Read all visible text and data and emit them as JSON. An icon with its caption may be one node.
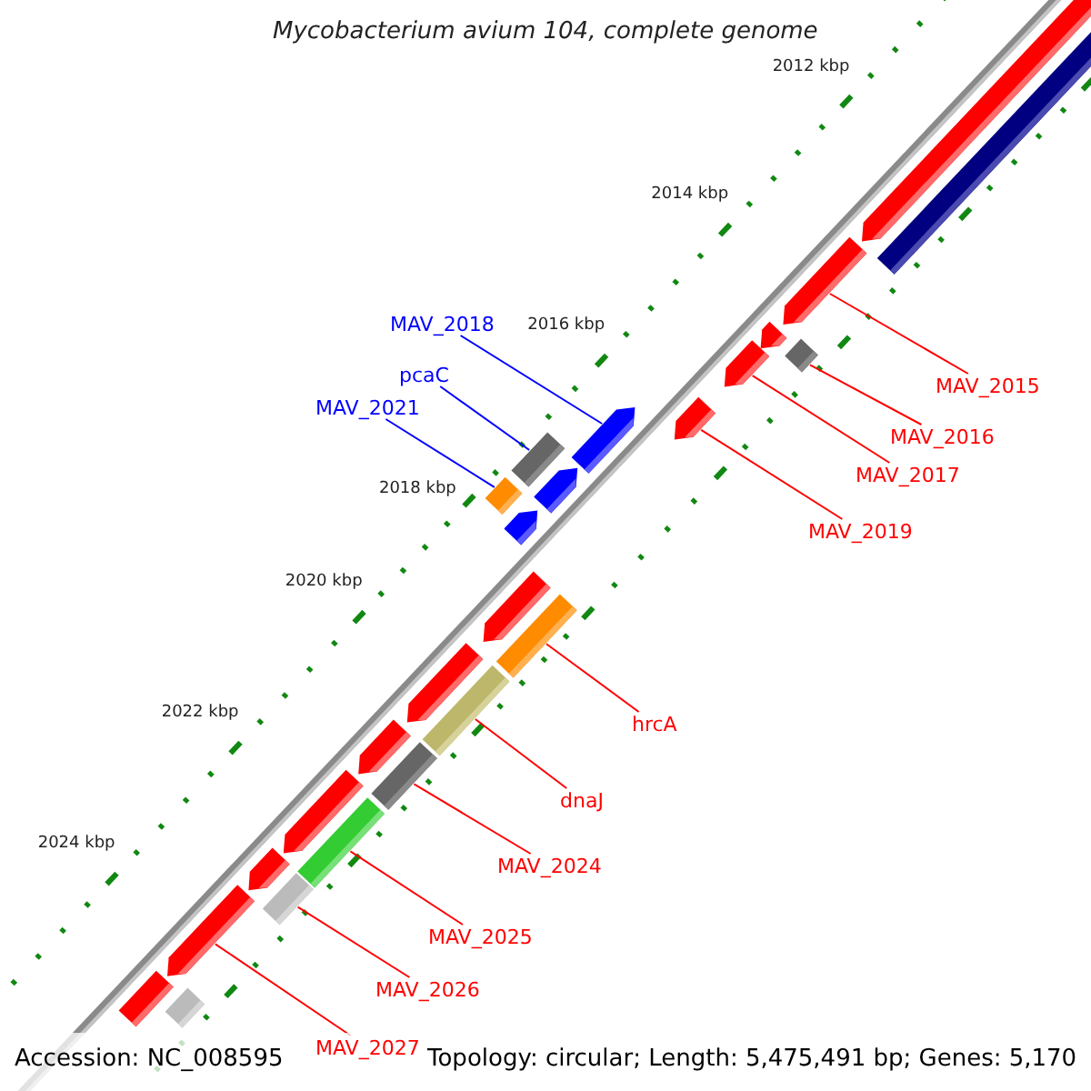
{
  "diagram": {
    "title": "Mycobacterium avium 104, complete genome",
    "nodes": [
      {
        "text": [
          "MAV_2018"
        ]
      },
      {
        "text": [
          "pcaC"
        ]
      },
      {
        "text": [
          "MAV_2021"
        ]
      },
      {
        "text": [
          "MAV_2015"
        ]
      },
      {
        "text": [
          "MAV_2016"
        ]
      },
      {
        "text": [
          "MAV_2017"
        ]
      },
      {
        "text": [
          "MAV_2019"
        ]
      },
      {
        "text": [
          "hrcA"
        ]
      },
      {
        "text": [
          "dnaJ"
        ]
      },
      {
        "text": [
          "MAV_2024"
        ]
      },
      {
        "text": [
          "MAV_2025"
        ]
      },
      {
        "text": [
          "MAV_2026"
        ]
      },
      {
        "text": [
          "MAV_2027"
        ]
      },
      {
        "text": [],
        "shape": "arrow"
      },
      {
        "text": [],
        "shape": "bar"
      },
      {
        "text": [],
        "shape": "arrow"
      },
      {
        "text": [],
        "shape": "bar"
      },
      {
        "text": [],
        "shape": "arrow"
      },
      {
        "text": [],
        "shape": "arrow"
      },
      {
        "text": [],
        "shape": "arrow"
      },
      {
        "text": [],
        "shape": "arrow"
      },
      {
        "text": [],
        "shape": "bar"
      },
      {
        "text": [],
        "shape": "arrow"
      },
      {
        "text": [],
        "shape": "bar"
      },
      {
        "text": [],
        "shape": "arrow"
      },
      {
        "text": [],
        "shape": "arrow"
      },
      {
        "text": [],
        "shape": "bar"
      },
      {
        "text": [],
        "shape": "arrow"
      },
      {
        "text": [],
        "shape": "bar"
      },
      {
        "text": [],
        "shape": "arrow"
      },
      {
        "text": [],
        "shape": "bar"
      },
      {
        "text": [],
        "shape": "arrow"
      },
      {
        "text": [],
        "shape": "bar"
      },
      {
        "text": [],
        "shape": "arrow"
      },
      {
        "text": [],
        "shape": "bar"
      },
      {
        "text": [],
        "shape": "arrow"
      },
      {
        "text": [],
        "shape": "arrow"
      },
      {
        "text": [],
        "shape": "bar"
      }
    ],
    "edges": [
      {
        "from": 0,
        "to": 20,
        "arrow": "none",
        "color": "#0000ff"
      },
      {
        "from": 1,
        "to": 21,
        "arrow": "none",
        "color": "#0000ff"
      },
      {
        "from": 2,
        "to": 23,
        "arrow": "none",
        "color": "#0000ff"
      },
      {
        "from": 3,
        "to": 15,
        "arrow": "none"
      },
      {
        "from": 4,
        "to": 16,
        "arrow": "none"
      },
      {
        "from": 5,
        "to": 18,
        "arrow": "none"
      },
      {
        "from": 6,
        "to": 19,
        "arrow": "none"
      },
      {
        "from": 7,
        "to": 26,
        "arrow": "none"
      },
      {
        "from": 8,
        "to": 28,
        "arrow": "none"
      },
      {
        "from": 9,
        "to": 30,
        "arrow": "none"
      },
      {
        "from": 10,
        "to": 32,
        "arrow": "none"
      },
      {
        "from": 11,
        "to": 34,
        "arrow": "none"
      },
      {
        "from": 12,
        "to": 35,
        "arrow": "none"
      }
    ],
    "labels": [
      "2012 kbp",
      "2014 kbp",
      "2016 kbp",
      "2018 kbp",
      "2020 kbp",
      "2022 kbp",
      "2024 kbp",
      "Accession: NC_008595",
      "Topology: circular; Length: 5,475,491 bp; Genes: 5,170"
    ]
  }
}
